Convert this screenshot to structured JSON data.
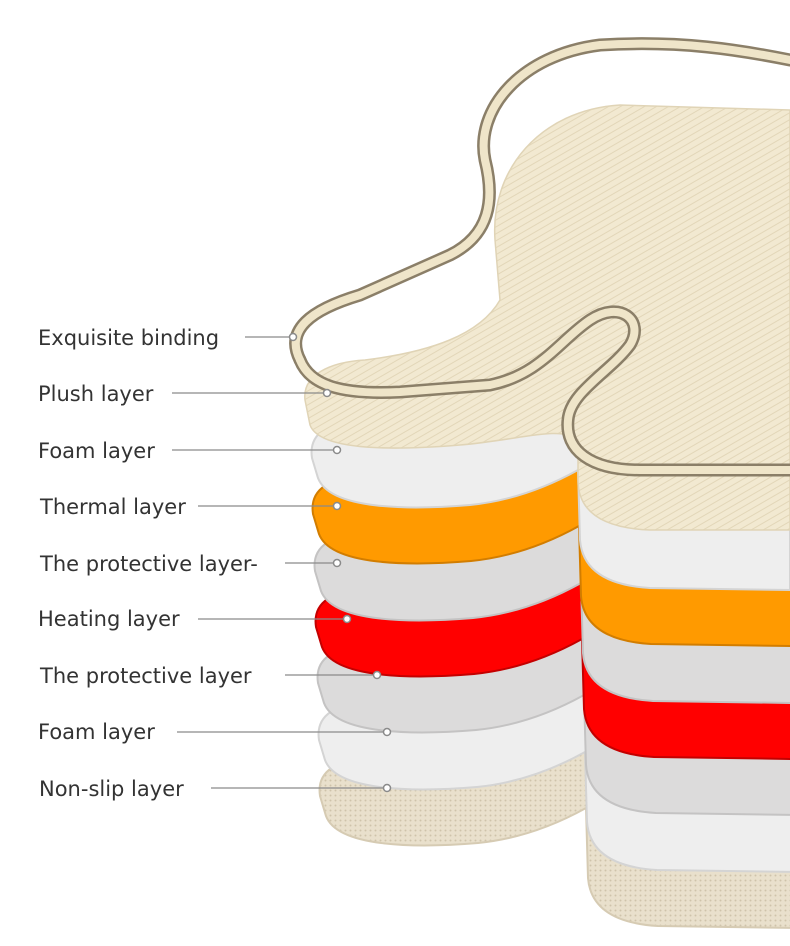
{
  "title": "Cushion layer structure",
  "colors": {
    "binding": "#efe5c9",
    "binding_edge": "#8b7f68",
    "plush": "#f2e9d1",
    "foam": "#eeeeee",
    "thermal": "#ff9a00",
    "protective": "#dcdbdb",
    "heating": "#ff0000",
    "nonslip": "#e7ddc8",
    "leader": "#8a8a8a"
  },
  "layers": [
    {
      "label": "Exquisite binding"
    },
    {
      "label": "Plush layer"
    },
    {
      "label": "Foam layer"
    },
    {
      "label": "Thermal layer"
    },
    {
      "label": "The protective layer-"
    },
    {
      "label": "Heating layer"
    },
    {
      "label": "The protective layer"
    },
    {
      "label": "Foam layer"
    },
    {
      "label": "Non-slip layer"
    }
  ]
}
